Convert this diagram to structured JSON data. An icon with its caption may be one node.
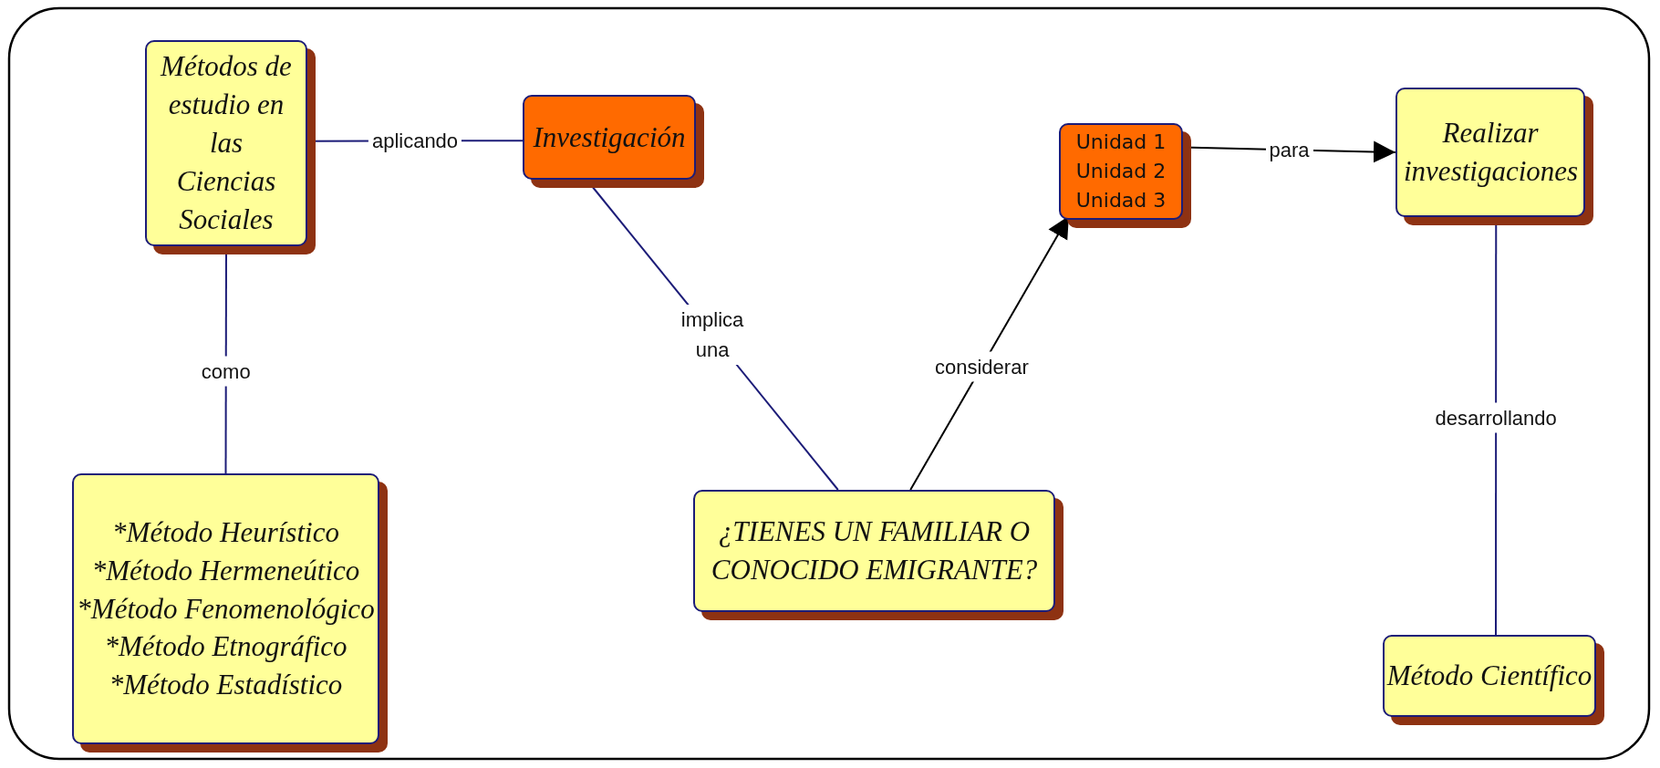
{
  "diagram": {
    "nodes": [
      {
        "text": [
          "Métodos de estudio en las Ciencias Sociales"
        ]
      },
      {
        "text": [
          "Investigación"
        ]
      },
      {
        "text": [
          "Unidad 1 Unidad 2 Unidad 3"
        ]
      },
      {
        "text": [
          "Realizar investigaciones"
        ]
      },
      {
        "text": [
          "*Método Heurístico *Método Hermeneútico *Método Fenomenológico *Método Etnográfico *Método Estadístico"
        ]
      },
      {
        "text": [
          "¿TIENES UN FAMILIAR O CONOCIDO EMIGRANTE?"
        ]
      },
      {
        "text": [
          "Método Científico"
        ]
      }
    ],
    "edges": [
      {
        "from": 0,
        "to": 1,
        "arrow": "none",
        "label": "aplicando"
      },
      {
        "from": 0,
        "to": 4,
        "arrow": "none",
        "label": "como"
      },
      {
        "from": 1,
        "to": 5,
        "arrow": "none",
        "label": "implica una"
      },
      {
        "from": 5,
        "to": 2,
        "arrow": "to",
        "label": "considerar",
        "color": "#000000"
      },
      {
        "from": 2,
        "to": 3,
        "arrow": "to",
        "label": "para",
        "color": "#000000"
      },
      {
        "from": 3,
        "to": 6,
        "arrow": "none",
        "label": "desarrollando"
      }
    ]
  }
}
